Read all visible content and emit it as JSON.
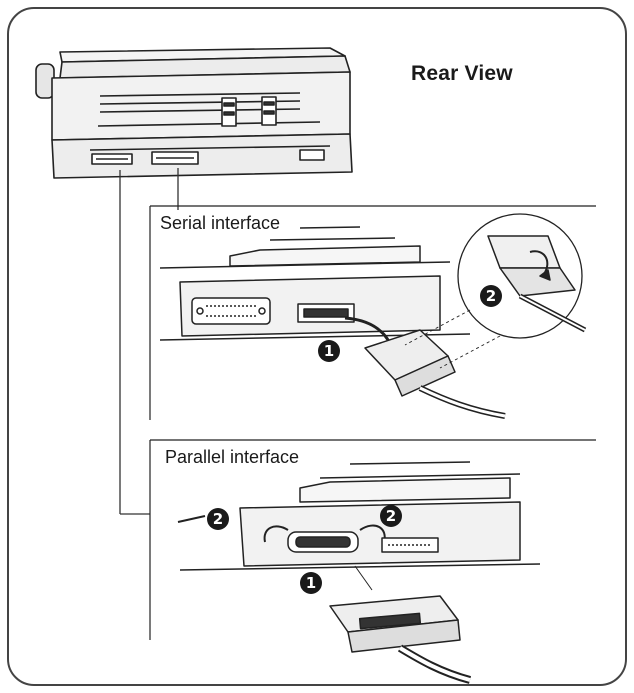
{
  "title": "Rear View",
  "panels": {
    "serial": {
      "label": "Serial interface",
      "step1": "1",
      "step2": "2"
    },
    "parallel": {
      "label": "Parallel interface",
      "step1": "1",
      "step2a": "2",
      "step2b": "2"
    }
  }
}
